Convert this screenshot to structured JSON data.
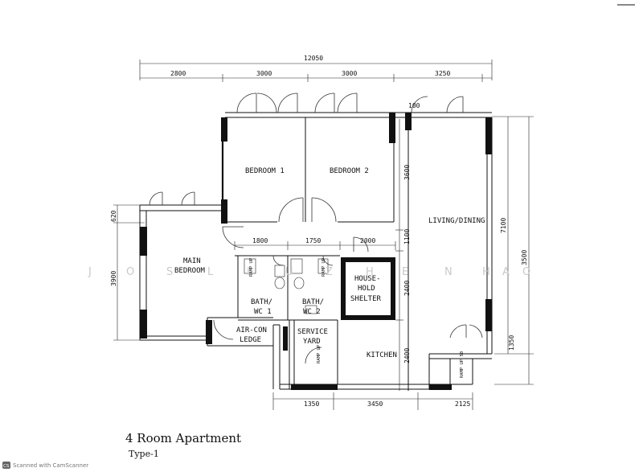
{
  "title": "4 Room Apartment",
  "subtitle": "Type-1",
  "watermark": [
    "J",
    "O",
    "S",
    "L",
    "I",
    "U",
    "Z",
    "H",
    "E",
    "N",
    "H",
    "A",
    "O"
  ],
  "scanner": {
    "badge": "CS",
    "text": "Scanned with CamScanner"
  },
  "dimensions": {
    "overall_width": "12050",
    "top": [
      "2800",
      "3000",
      "3000",
      "3250",
      "100"
    ],
    "left": [
      "620",
      "3900"
    ],
    "right": [
      "7100",
      "3500",
      "1350"
    ],
    "inner_vertical": [
      "3600",
      "1100",
      "2400",
      "2400"
    ],
    "middle": [
      "1800",
      "1750",
      "2000"
    ],
    "bottom": [
      "1350",
      "3450",
      "2125"
    ]
  },
  "rooms": {
    "bedroom1": "BEDROOM 1",
    "bedroom2": "BEDROOM 2",
    "living_dining": "LIVING/DINING",
    "main_bedroom_line1": "MAIN",
    "main_bedroom_line2": "BEDROOM",
    "bath1_line1": "BATH/",
    "bath1_line2": "WC 1",
    "bath2_line1": "BATH/",
    "bath2_line2": "WC 2",
    "shelter_line1": "HOUSE-",
    "shelter_line2": "HOLD",
    "shelter_line3": "SHELTER",
    "aircon_line1": "AIR-CON",
    "aircon_line2": "LEDGE",
    "service_line1": "SERVICE",
    "service_line2": "YARD",
    "kitchen": "KITCHEN"
  },
  "ramps": [
    "RAMP UP",
    "RAMP UP",
    "RAMP UP",
    "RAMP UP 50"
  ]
}
